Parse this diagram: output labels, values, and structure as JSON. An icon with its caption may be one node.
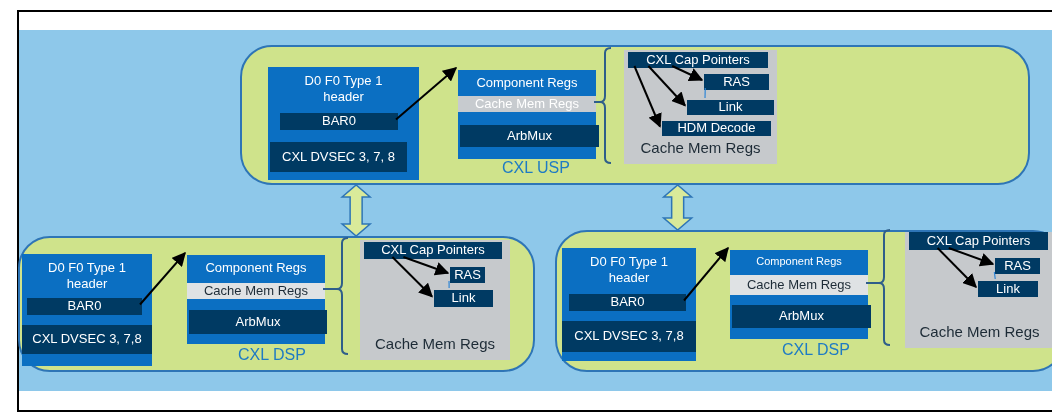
{
  "diagram": {
    "nodes": [
      {
        "text": [
          "CXL USP"
        ]
      },
      {
        "text": [
          "D0 F0 Type 1 header"
        ],
        "in": 0
      },
      {
        "text": [
          "BAR0"
        ],
        "in": 1
      },
      {
        "text": [
          "CXL DVSEC 3, 7, 8"
        ],
        "in": 1
      },
      {
        "text": [
          "Component Regs"
        ],
        "in": 0
      },
      {
        "text": [
          "Cache Mem Regs"
        ],
        "in": 4
      },
      {
        "text": [
          "ArbMux"
        ],
        "in": 4
      },
      {
        "text": [
          "Cache Mem Regs"
        ],
        "in": 0
      },
      {
        "text": [
          "CXL Cap Pointers"
        ],
        "in": 7
      },
      {
        "text": [
          "RAS"
        ],
        "in": 7
      },
      {
        "text": [
          "Link"
        ],
        "in": 7
      },
      {
        "text": [
          "HDM Decode"
        ],
        "in": 7
      },
      {
        "text": [
          "CXL DSP"
        ]
      },
      {
        "text": [
          "D0 F0 Type 1 header"
        ],
        "in": 12
      },
      {
        "text": [
          "BAR0"
        ],
        "in": 13
      },
      {
        "text": [
          "CXL DVSEC 3, 7,8"
        ],
        "in": 13
      },
      {
        "text": [
          "Component Regs"
        ],
        "in": 12
      },
      {
        "text": [
          "Cache Mem Regs"
        ],
        "in": 16
      },
      {
        "text": [
          "ArbMux"
        ],
        "in": 16
      },
      {
        "text": [
          "Cache Mem Regs"
        ],
        "in": 12
      },
      {
        "text": [
          "CXL Cap Pointers"
        ],
        "in": 19
      },
      {
        "text": [
          "RAS"
        ],
        "in": 19
      },
      {
        "text": [
          "Link"
        ],
        "in": 19
      },
      {
        "text": [
          "CXL DSP"
        ]
      },
      {
        "text": [
          "D0 F0 Type 1 header"
        ],
        "in": 23
      },
      {
        "text": [
          "BAR0"
        ],
        "in": 24
      },
      {
        "text": [
          "CXL DVSEC 3, 7,8"
        ],
        "in": 24
      },
      {
        "text": [
          "Component Regs"
        ],
        "in": 23
      },
      {
        "text": [
          "Cache Mem Regs"
        ],
        "in": 27
      },
      {
        "text": [
          "ArbMux"
        ],
        "in": 27
      },
      {
        "text": [
          "Cache Mem Regs"
        ],
        "in": 23
      },
      {
        "text": [
          "CXL Cap Pointers"
        ],
        "in": 30
      },
      {
        "text": [
          "RAS"
        ],
        "in": 30
      },
      {
        "text": [
          "Link"
        ],
        "in": 30
      }
    ],
    "edges": [
      {
        "from": 2,
        "to": 4,
        "arrow": "to"
      },
      {
        "from": 8,
        "to": 9,
        "arrow": "to"
      },
      {
        "from": 8,
        "to": 10,
        "arrow": "to"
      },
      {
        "from": 8,
        "to": 11,
        "arrow": "to"
      },
      {
        "from": 9,
        "to": 10,
        "arrow": "none",
        "color": "#2f86d6"
      },
      {
        "from": 14,
        "to": 16,
        "arrow": "to"
      },
      {
        "from": 20,
        "to": 21,
        "arrow": "to"
      },
      {
        "from": 20,
        "to": 22,
        "arrow": "to"
      },
      {
        "from": 21,
        "to": 22,
        "arrow": "none",
        "color": "#2f86d6"
      },
      {
        "from": 25,
        "to": 27,
        "arrow": "to"
      },
      {
        "from": 31,
        "to": 32,
        "arrow": "to"
      },
      {
        "from": 31,
        "to": 33,
        "arrow": "to"
      },
      {
        "from": 32,
        "to": 33,
        "arrow": "none",
        "color": "#2f86d6"
      },
      {
        "from": 0,
        "to": 12,
        "arrow": "both",
        "style": "thick"
      },
      {
        "from": 0,
        "to": 23,
        "arrow": "both",
        "style": "thick"
      }
    ]
  }
}
